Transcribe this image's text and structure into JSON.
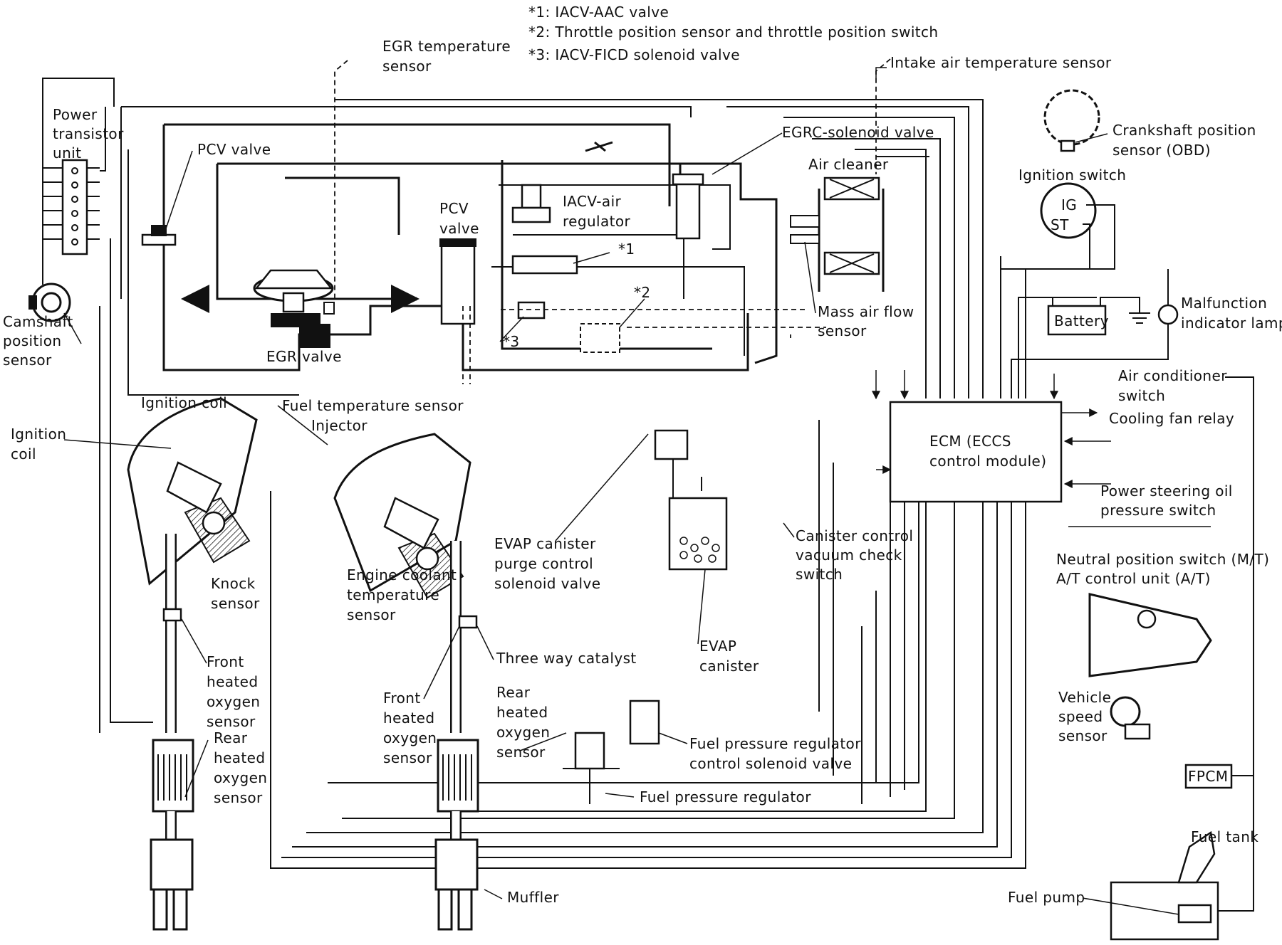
{
  "notes": [
    "*1: IACV-AAC valve",
    "*2: Throttle position sensor and throttle position switch",
    "*3: IACV-FICD solenoid valve"
  ],
  "labels": {
    "egr_temp_sensor": [
      "EGR temperature",
      "sensor"
    ],
    "intake_air_temp_sensor": "Intake air temperature sensor",
    "power_transistor_unit": [
      "Power",
      "transistor",
      "unit"
    ],
    "pcv_valve_left": "PCV valve",
    "egrc_solenoid_valve": "EGRC-solenoid valve",
    "crankshaft_position_sensor": [
      "Crankshaft position",
      "sensor (OBD)"
    ],
    "air_cleaner": "Air cleaner",
    "ignition_switch": "Ignition switch",
    "ig_terminal": "IG",
    "st_terminal": "ST",
    "pcv_valve_center": [
      "PCV",
      "valve"
    ],
    "iacv_air_regulator": [
      "IACV-air",
      "regulator"
    ],
    "ref_1": "*1",
    "ref_2": "*2",
    "ref_3": "*3",
    "mass_air_flow_sensor": [
      "Mass air flow",
      "sensor"
    ],
    "battery": "Battery",
    "malfunction_indicator_lamp": [
      "Malfunction",
      "indicator lamp"
    ],
    "camshaft_position_sensor": [
      "Camshaft",
      "position",
      "sensor"
    ],
    "egr_valve": "EGR valve",
    "air_conditioner_switch": [
      "Air conditioner",
      "switch"
    ],
    "ignition_coil_top": "Ignition coil",
    "fuel_temp_sensor": "Fuel temperature sensor",
    "injector": "Injector",
    "cooling_fan_relay": "Cooling fan relay",
    "ignition_coil_left": [
      "Ignition",
      "coil"
    ],
    "ecm": [
      "ECM (ECCS",
      "control module)"
    ],
    "power_steering_switch": [
      "Power steering oil",
      "pressure switch"
    ],
    "evap_purge_valve": [
      "EVAP canister",
      "purge control",
      "solenoid valve"
    ],
    "canister_vacuum_switch": [
      "Canister control",
      "vacuum check",
      "switch"
    ],
    "neutral_position_switch": [
      "Neutral position switch (M/T)",
      "A/T control unit (A/T)"
    ],
    "knock_sensor": [
      "Knock",
      "sensor"
    ],
    "engine_coolant_temp_sensor": [
      "Engine coolant",
      "temperature",
      "sensor"
    ],
    "evap_canister": [
      "EVAP",
      "canister"
    ],
    "front_o2_left": [
      "Front",
      "heated",
      "oxygen",
      "sensor"
    ],
    "three_way_catalyst": "Three way catalyst",
    "front_o2_center": [
      "Front",
      "heated",
      "oxygen",
      "sensor"
    ],
    "rear_o2_center": [
      "Rear",
      "heated",
      "oxygen",
      "sensor"
    ],
    "vehicle_speed_sensor": [
      "Vehicle",
      "speed",
      "sensor"
    ],
    "fuel_pressure_reg_solenoid": [
      "Fuel pressure regulator",
      "control solenoid valve"
    ],
    "rear_o2_left": [
      "Rear",
      "heated",
      "oxygen",
      "sensor"
    ],
    "fpcm": "FPCM",
    "fuel_pressure_regulator": "Fuel pressure regulator",
    "fuel_tank": "Fuel tank",
    "muffler": "Muffler",
    "fuel_pump": "Fuel pump"
  }
}
